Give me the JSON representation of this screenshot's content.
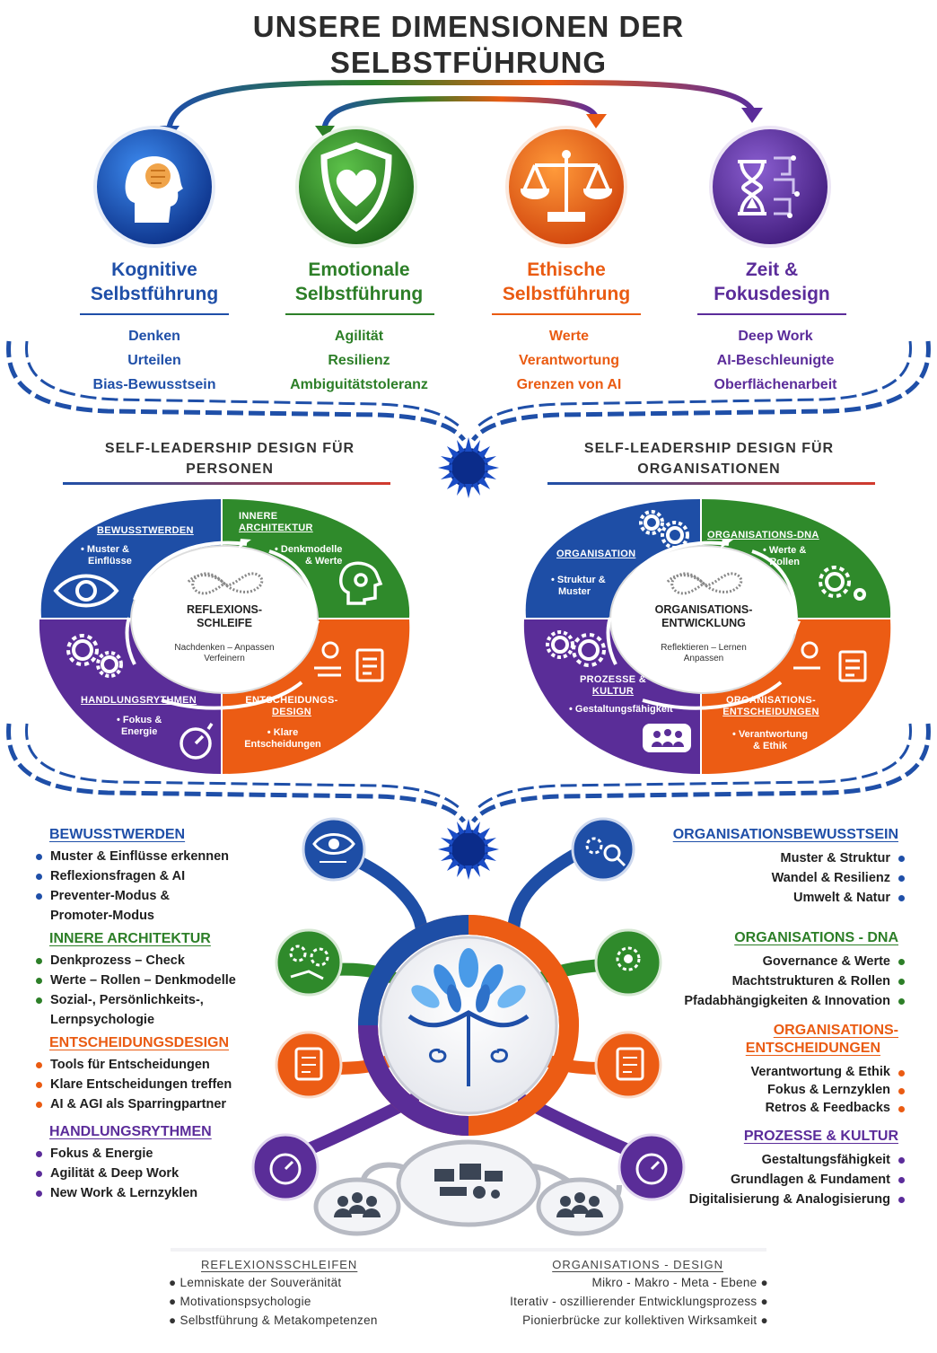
{
  "title_line1": "UNSERE DIMENSIONEN DER",
  "title_line2": "SELBSTFÜHRUNG",
  "colors": {
    "blue": "#1f4fa8",
    "green": "#2d7f28",
    "orange": "#ea5b12",
    "purple": "#5b2c9a"
  },
  "dimensions": [
    {
      "title1": "Kognitive",
      "title2": "Selbstführung",
      "items": [
        "Denken",
        "Urteilen",
        "Bias-Bewusstsein"
      ],
      "icon": "brain-head-icon"
    },
    {
      "title1": "Emotionale",
      "title2": "Selbstführung",
      "items": [
        "Agilität",
        "Resilienz",
        "Ambiguitätstoleranz"
      ],
      "icon": "heart-shield-icon"
    },
    {
      "title1": "Ethische",
      "title2": "Selbstführung",
      "items": [
        "Werte",
        "Verantwortung",
        "Grenzen von AI"
      ],
      "icon": "scales-icon"
    },
    {
      "title1": "Zeit &",
      "title2": "Fokusdesign",
      "items": [
        "Deep Work",
        "AI-Beschleunigte",
        "Oberflächenarbeit"
      ],
      "icon": "hourglass-icon"
    }
  ],
  "personen": {
    "title1": "SELF-LEADERSHIP DESIGN FÜR",
    "title2": "PERSONEN",
    "q1": {
      "label": "BEWUSSTWERDEN",
      "sub1": "• Muster &",
      "sub2": "Einflüsse"
    },
    "q2": {
      "label1": "INNERE",
      "label2": "ARCHITEKTUR",
      "sub1": "• Denkmodelle",
      "sub2": "& Werte"
    },
    "q3": {
      "label": "HANDLUNGSRYTHMEN",
      "sub1": "• Fokus &",
      "sub2": "Energie"
    },
    "q4": {
      "label1": "ENTSCHEIDUNGS-",
      "label2": "DESIGN",
      "sub1": "• Klare",
      "sub2": "Entscheidungen"
    },
    "center1": "REFLEXIONS-",
    "center2": "SCHLEIFE",
    "center_sub1": "Nachdenken – Anpassen",
    "center_sub2": "Verfeinern"
  },
  "organisationen": {
    "title1": "SELF-LEADERSHIP DESIGN FÜR",
    "title2": "ORGANISATIONEN",
    "q1": {
      "label": "ORGANISATION",
      "sub1": "• Struktur &",
      "sub2": "Muster"
    },
    "q2": {
      "label": "ORGANISATIONS-DNA",
      "sub1": "• Werte &",
      "sub2": "Rollen"
    },
    "q3": {
      "label1": "PROZESSE &",
      "label2": "KULTUR",
      "sub1": "• Gestaltungsfähigkeit"
    },
    "q4": {
      "label1": "ORGANISATIONS-",
      "label2": "ENTSCHEIDUNGEN",
      "sub1": "• Verantwortung",
      "sub2": "& Ethik"
    },
    "center1": "ORGANISATIONS-",
    "center2": "ENTWICKLUNG",
    "center_sub1": "Reflektieren – Lernen",
    "center_sub2": "Anpassen"
  },
  "left_groups": [
    {
      "head": "BEWUSSTWERDEN",
      "items": [
        "Muster & Einflüsse erkennen",
        "Reflexionsfragen & AI",
        "Preventer-Modus &",
        "Promoter-Modus"
      ],
      "bullets": [
        true,
        true,
        true,
        false
      ]
    },
    {
      "head": "INNERE ARCHITEKTUR",
      "items": [
        "Denkprozess – Check",
        "Werte – Rollen – Denkmodelle",
        "Sozial-, Persönlichkeits-,",
        "Lernpsychologie"
      ],
      "bullets": [
        true,
        true,
        true,
        false
      ]
    },
    {
      "head": "ENTSCHEIDUNGSDESIGN",
      "items": [
        "Tools für Entscheidungen",
        "Klare Entscheidungen treffen",
        "AI & AGI als Sparringpartner"
      ],
      "bullets": [
        true,
        true,
        true
      ]
    },
    {
      "head": "HANDLUNGSRYTHMEN",
      "items": [
        "Fokus & Energie",
        "Agilität & Deep Work",
        "New Work & Lernzyklen"
      ],
      "bullets": [
        true,
        true,
        true
      ]
    }
  ],
  "right_groups": [
    {
      "head": "ORGANISATIONSBEWUSSTSEIN",
      "items": [
        "Muster & Struktur",
        "Wandel & Resilienz",
        "Umwelt & Natur"
      ]
    },
    {
      "head": "ORGANISATIONS - DNA",
      "items": [
        "Governance & Werte",
        "Machtstrukturen & Rollen",
        "Pfadabhängigkeiten & Innovation"
      ]
    },
    {
      "head1": "ORGANISATIONS-",
      "head2": "ENTSCHEIDUNGEN",
      "items": [
        "Verantwortung & Ethik",
        "Fokus & Lernzyklen",
        "Retros & Feedbacks"
      ]
    },
    {
      "head": "PROZESSE & KULTUR",
      "items": [
        "Gestaltungsfähigkeit",
        "Grundlagen & Fundament",
        "Digitalisierung & Analogisierung"
      ]
    }
  ],
  "bottom_left": {
    "head": "REFLEXIONSSCHLEIFEN",
    "items": [
      "Lemniskate der Souveränität",
      "Motivationspsychologie",
      "Selbstführung & Metakompetenzen"
    ]
  },
  "bottom_right": {
    "head": "ORGANISATIONS - DESIGN",
    "items": [
      "Mikro - Makro - Meta - Ebene",
      "Iterativ - oszillierender Entwicklungsprozess",
      "Pionierbrücke zur kollektiven Wirksamkeit"
    ]
  }
}
